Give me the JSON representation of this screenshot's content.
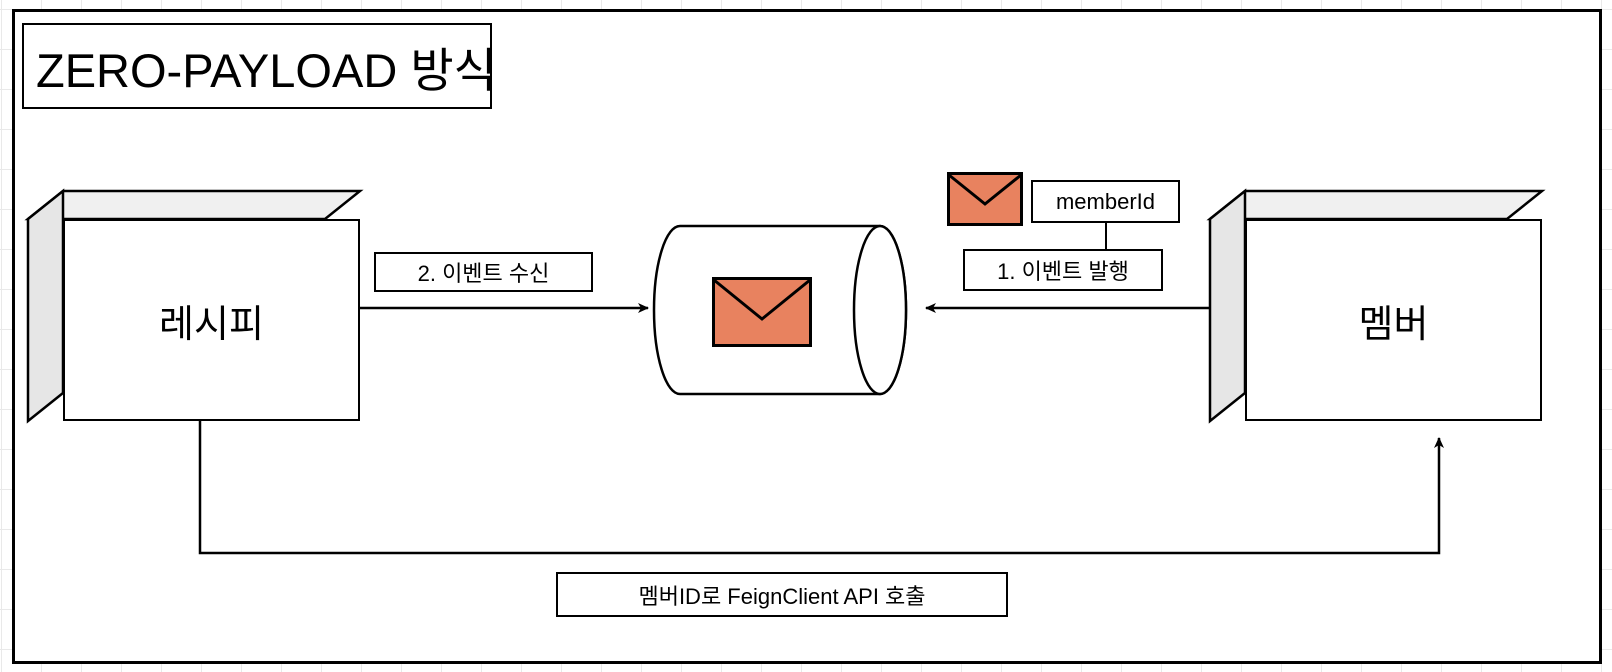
{
  "diagram": {
    "title": "ZERO-PAYLOAD 방식",
    "nodes": {
      "recipe": {
        "label": "레시피",
        "shape": "cube-3d"
      },
      "queue": {
        "label": "",
        "shape": "cylinder",
        "contains_icon": "envelope-icon"
      },
      "member": {
        "label": "멤버",
        "shape": "cube-3d"
      }
    },
    "edges": [
      {
        "id": "event-publish",
        "label": "1. 이벤트 발행",
        "from": "member",
        "to": "queue",
        "direction": "left"
      },
      {
        "id": "event-receive",
        "label": "2. 이벤트 수신",
        "from": "recipe",
        "to": "queue",
        "direction": "right"
      },
      {
        "id": "feign-call",
        "label": "멤버ID로 FeignClient API 호출",
        "from": "recipe",
        "to": "member",
        "direction": "up"
      }
    ],
    "annotations": {
      "payload": "memberId"
    },
    "icons": {
      "envelope_queue": "envelope-icon",
      "envelope_payload": "envelope-icon"
    },
    "colors": {
      "envelope_fill": "#E8825F",
      "box_top_face": "#F0F0F0",
      "box_side_face": "#E6E6E6",
      "stroke": "#000000",
      "canvas": "#FFFFFF",
      "grid": "#E9E9E9"
    }
  }
}
